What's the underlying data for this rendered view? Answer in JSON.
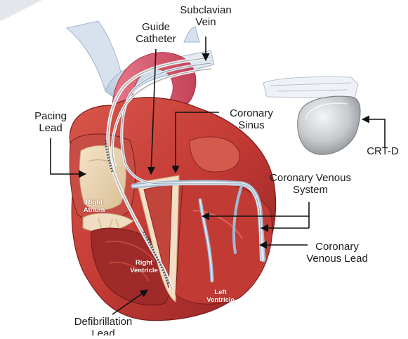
{
  "labels": {
    "subclavian_vein": [
      "Subclavian",
      "Vein"
    ],
    "guide_catheter": [
      "Guide",
      "Catheter"
    ],
    "pacing_lead": [
      "Pacing",
      "Lead"
    ],
    "coronary_sinus": [
      "Coronary",
      "Sinus"
    ],
    "crt_d": "CRT-D",
    "coronary_venous_system": [
      "Coronary Venous",
      "System"
    ],
    "coronary_venous_lead": [
      "Coronary",
      "Venous Lead"
    ],
    "defibrillation_lead": [
      "Defibrillation",
      "Lead"
    ]
  },
  "regions": {
    "right_atrium": [
      "Right",
      "Atrium"
    ],
    "right_ventricle": [
      "Right",
      "Ventricle"
    ],
    "left_ventricle": [
      "Left",
      "Ventricle"
    ]
  },
  "colors": {
    "myocardium": "#c7473f",
    "myocardium_dark": "#8f2323",
    "aorta": "#d9566b",
    "vein_blue": "#c9d9ea",
    "device_metal": "#b9bcc0",
    "arrow": "#111111"
  }
}
